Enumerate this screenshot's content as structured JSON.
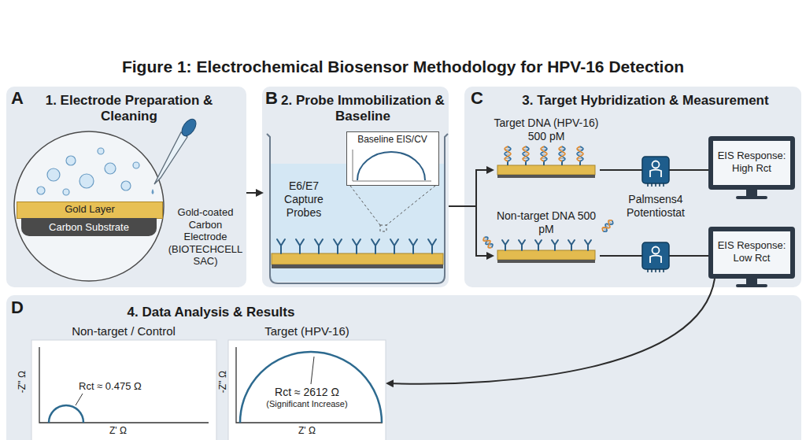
{
  "diagram": {
    "title": "Figure 1: Electrochemical Biosensor Methodology for HPV-16 Detection",
    "nodes": [
      {
        "text": [
          "A",
          "1. Electrode Preparation & Cleaning"
        ]
      },
      {
        "text": [
          "Gold Layer"
        ],
        "in": 0
      },
      {
        "text": [
          "Carbon Substrate"
        ],
        "in": 0
      },
      {
        "text": [
          "B",
          "2. Probe Immobilization & Baseline"
        ]
      },
      {
        "text": [
          "Baseline EIS/CV"
        ],
        "in": 3
      },
      {
        "text": [
          "C",
          "3. Target Hybridization & Measurement"
        ]
      },
      {
        "text": [
          "Target DNA (HPV-16) 500 pM"
        ],
        "in": 5
      },
      {
        "text": [
          "EIS Response: High Rct"
        ],
        "in": 5
      },
      {
        "text": [
          "Non-target DNA 500 pM"
        ],
        "in": 5
      },
      {
        "text": [
          "EIS Response: Low Rct"
        ],
        "in": 5
      },
      {
        "text": [
          "D",
          "4. Data Analysis & Results"
        ]
      },
      {
        "text": [
          "Non-target / Control",
          "Rct ≈ 0.475 Ω"
        ],
        "in": 10
      },
      {
        "text": [
          "Target (HPV-16)",
          "Rct ≈ 2612 Ω",
          "(Significant Increase)"
        ],
        "in": 10
      }
    ],
    "edges": [
      {
        "from": 0,
        "to": 3,
        "arrow": "to"
      },
      {
        "from": 3,
        "to": 6,
        "arrow": "to"
      },
      {
        "from": 3,
        "to": 8,
        "arrow": "to"
      },
      {
        "from": 6,
        "to": 7,
        "arrow": "none"
      },
      {
        "from": 8,
        "to": 9,
        "arrow": "none"
      },
      {
        "from": 9,
        "to": 12,
        "arrow": "to"
      }
    ],
    "labels": [
      "Gold-coated Carbon Electrode (BIOTECHCELL SAC)",
      "E6/E7 Capture Probes",
      "Palmsens4 Potentiostat",
      "-Z'' Ω",
      "Z' Ω",
      "-Z'' Ω",
      "Z' Ω"
    ]
  }
}
